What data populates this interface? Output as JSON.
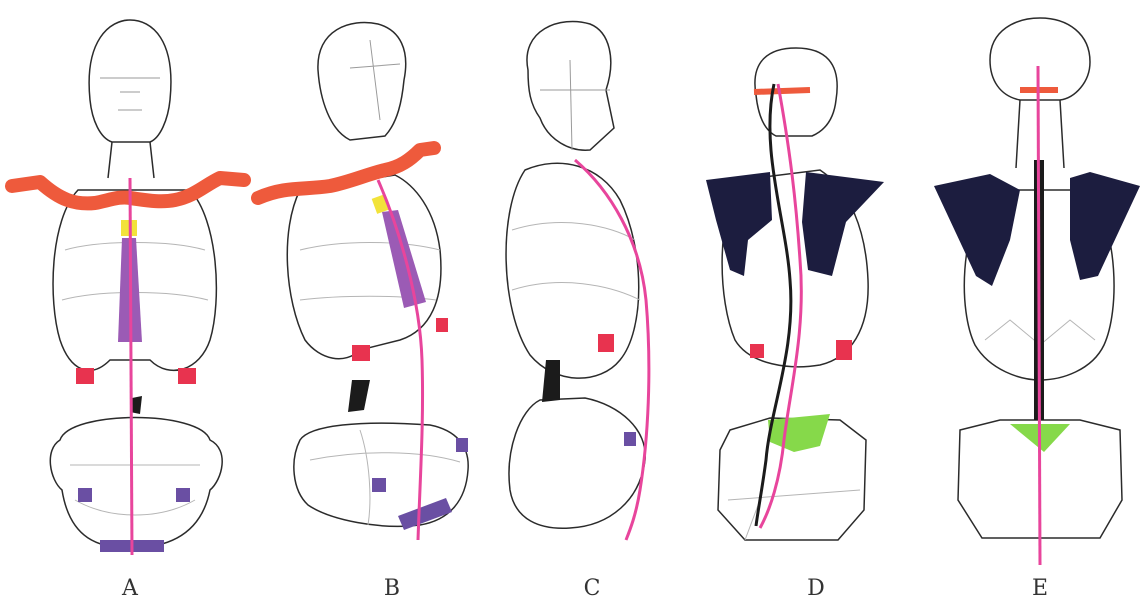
{
  "figures": [
    {
      "id": "A",
      "label": "A"
    },
    {
      "id": "B",
      "label": "B"
    },
    {
      "id": "C",
      "label": "C"
    },
    {
      "id": "D",
      "label": "D"
    },
    {
      "id": "E",
      "label": "E"
    }
  ],
  "colors": {
    "outline": "#2b2b2b",
    "sketch": "#9a9a9a",
    "clavicle": "#ee5a3c",
    "spine_line": "#e8459c",
    "sternum": "#9b5bb5",
    "jugular_notch": "#f2e33a",
    "rib_marker": "#e8334f",
    "pelvis_marker": "#6a4fa3",
    "scapula": "#1c1d3f",
    "sacrum": "#86d94a",
    "waist": "#1b1b1b"
  }
}
